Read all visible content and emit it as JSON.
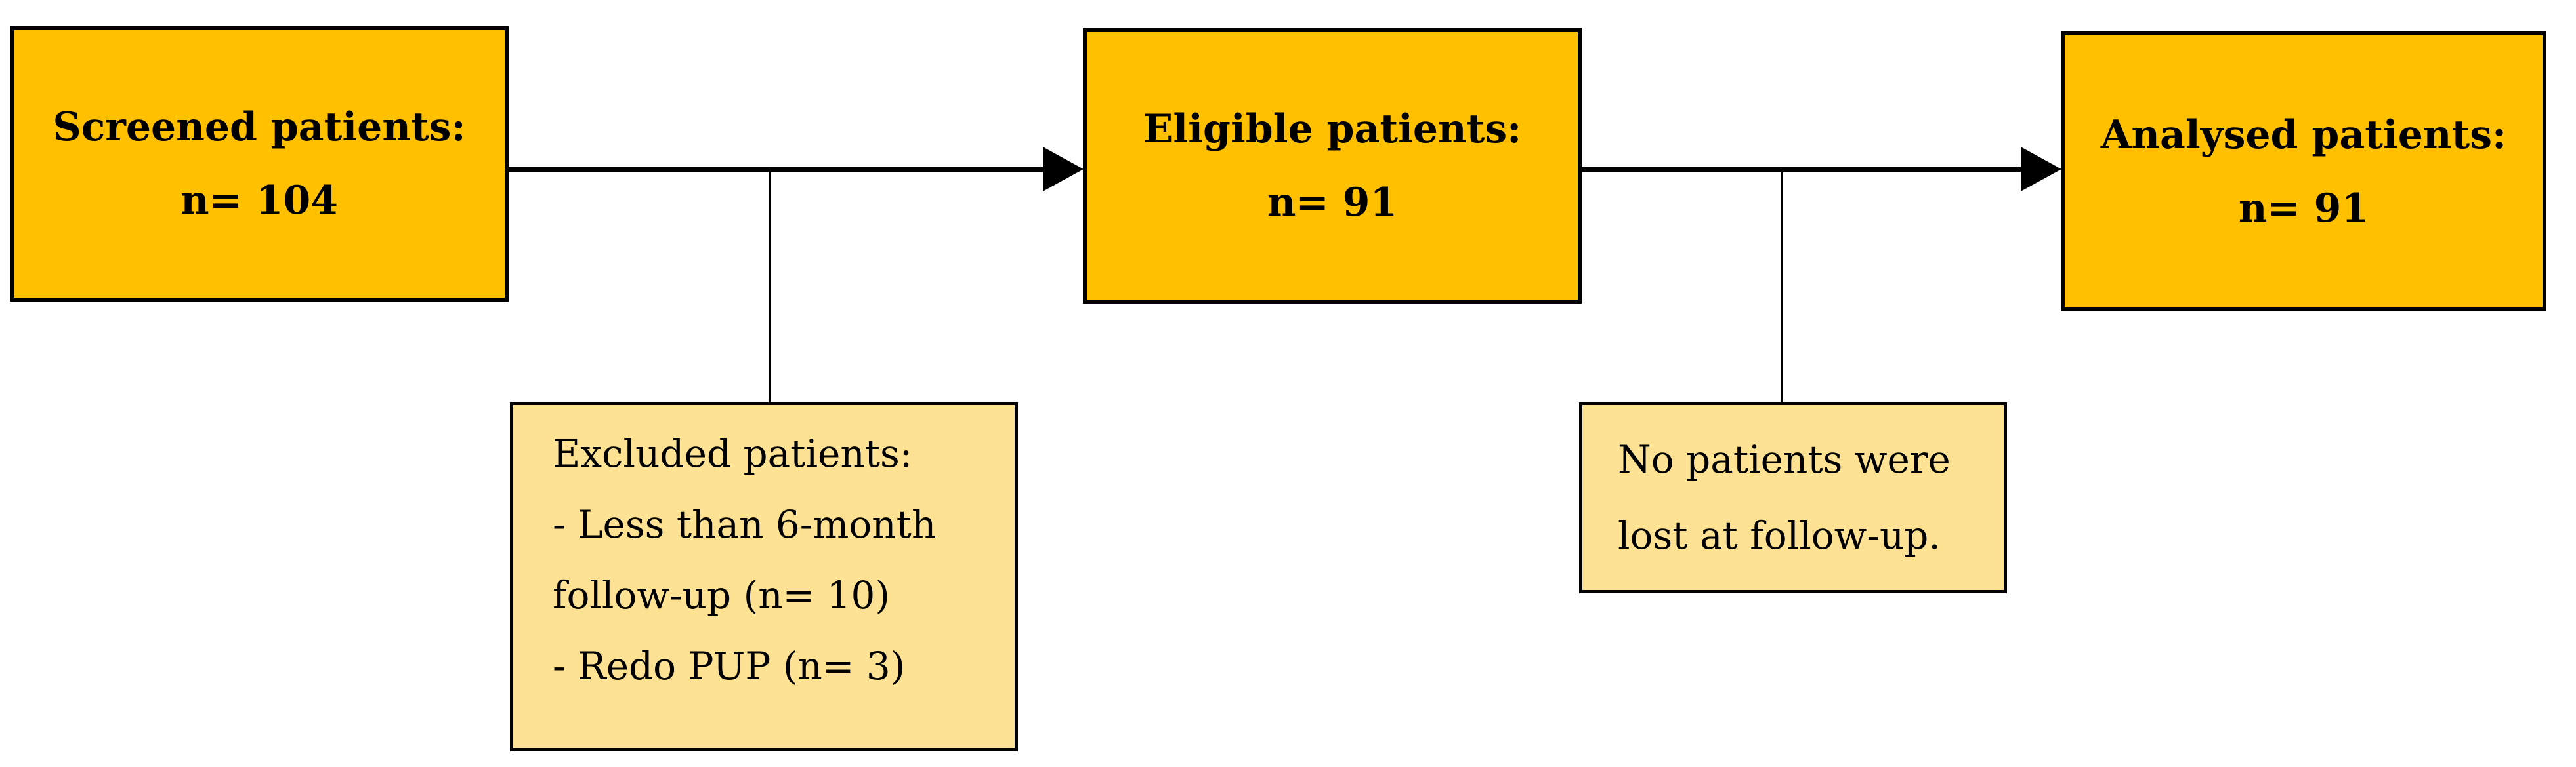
{
  "diagram": {
    "type": "patient-flow-chart",
    "background_color": "#FFFFFF",
    "colors": {
      "primary_box_fill": "#FFC000",
      "secondary_box_fill": "#FDE293",
      "box_border": "#000000",
      "connector": "#000000",
      "text": "#000000"
    },
    "nodes": {
      "screened": {
        "lines": [
          "Screened patients:",
          "n= 104"
        ]
      },
      "eligible": {
        "lines": [
          "Eligible patients:",
          "n= 91"
        ]
      },
      "analysed": {
        "lines": [
          "Analysed patients:",
          "n= 91"
        ]
      },
      "excluded": {
        "lines": [
          "Excluded patients:",
          "- Less than 6-month",
          "follow-up (n= 10)",
          "- Redo PUP (n= 3)"
        ]
      },
      "not_lost": {
        "lines": [
          "No patients were",
          "lost at follow-up."
        ]
      }
    },
    "edges": [
      {
        "from": "screened",
        "to": "eligible",
        "style": "arrow"
      },
      {
        "from": "eligible",
        "to": "analysed",
        "style": "arrow"
      },
      {
        "from": "screened-eligible-arrow",
        "to": "excluded",
        "style": "line"
      },
      {
        "from": "eligible-analysed-arrow",
        "to": "not_lost",
        "style": "line"
      }
    ]
  }
}
